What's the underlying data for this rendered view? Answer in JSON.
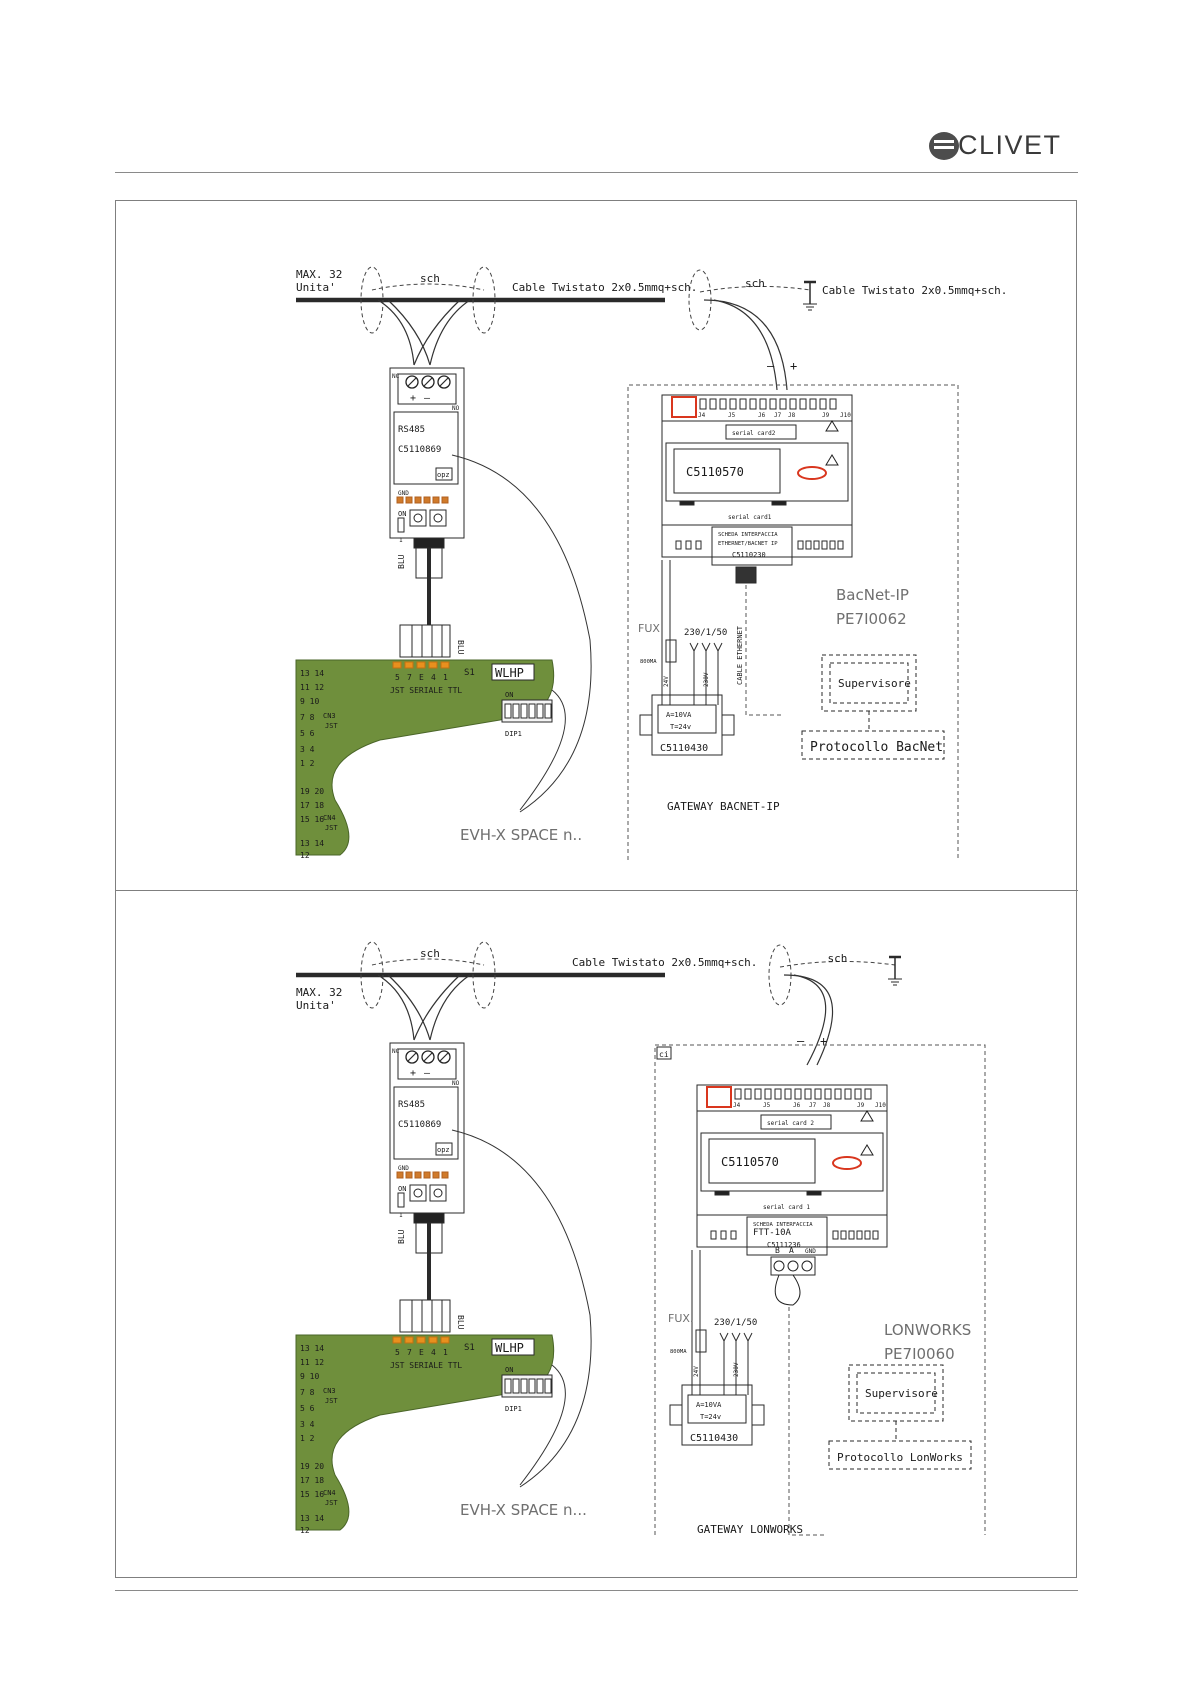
{
  "header": {
    "brand": "CLIVET"
  },
  "diagrams": [
    {
      "max_units": "MAX. 32",
      "units": "Unita'",
      "sch_left": "sch",
      "sch_right": "sch",
      "cable_main": "Cable Twistato 2x0.5mmq+sch.",
      "cable_end": "Cable Twistato 2x0.5mmq+sch.",
      "rs485": "RS485",
      "rs485_code": "C5110869",
      "opz": "opz",
      "gnd": "GND",
      "on": "ON",
      "one": "1",
      "nc": "NC",
      "no": "NO",
      "blu_a": "BLU",
      "blu_b": "BLU",
      "jst_serial": "JST SERIALE TTL",
      "jst_pins": [
        "5",
        "7",
        "E",
        "4",
        "1"
      ],
      "s1": "S1",
      "wlhp": "WLHP",
      "dip_on": "ON",
      "dip1": "DIP1",
      "left_pins": [
        "13 14",
        "11 12",
        "9 10",
        "7 8",
        "5 6",
        "3 4",
        "1 2",
        "19 20",
        "17 18",
        "15 16",
        "13 14",
        "12"
      ],
      "cn3": "CN3",
      "cn4": "CN4",
      "jst": "JST",
      "evh": "EVH-X SPACE n..",
      "minus": "–",
      "plus": "+",
      "ctrl_code": "C5110570",
      "serial_card2": "serial card2",
      "serial_card1": "serial card1",
      "jlabels": [
        "J4",
        "J5",
        "J6",
        "J7",
        "J8",
        "J9",
        "J10"
      ],
      "iface_line1": "SCHEDA INTERFACCIA",
      "iface_line2": "ETHERNET/BACNET IP",
      "iface_code": "C5110230",
      "iface_extra": "",
      "protocol_title": "BacNet-IP",
      "protocol_code": "PE7I0062",
      "fux": "FUX",
      "fux_rating": "800MA",
      "voltage": "230/1/50",
      "v24": "24V",
      "v230": "230V",
      "cable_eth": "CABLE ETHERNET",
      "transformer": "A=10VA",
      "transformer2": "T=24v",
      "transformer_code": "C5110430",
      "supervisor": "Supervisore",
      "protocol_box": "Protocollo BacNet",
      "gateway": "GATEWAY BACNET-IP",
      "ci": "",
      "term_b": "",
      "term_a": "",
      "term_gnd": ""
    },
    {
      "max_units": "MAX. 32",
      "units": "Unita'",
      "sch_left": "sch",
      "sch_right": "sch",
      "cable_main": "Cable Twistato 2x0.5mmq+sch.",
      "cable_end": "",
      "rs485": "RS485",
      "rs485_code": "C5110869",
      "opz": "opz",
      "gnd": "GND",
      "on": "ON",
      "one": "1",
      "nc": "NC",
      "no": "NO",
      "blu_a": "BLU",
      "blu_b": "BLU",
      "jst_serial": "JST SERIALE TTL",
      "jst_pins": [
        "5",
        "7",
        "E",
        "4",
        "1"
      ],
      "s1": "S1",
      "wlhp": "WLHP",
      "dip_on": "ON",
      "dip1": "DIP1",
      "left_pins": [
        "13 14",
        "11 12",
        "9 10",
        "7 8",
        "5 6",
        "3 4",
        "1 2",
        "19 20",
        "17 18",
        "15 16",
        "13 14",
        "12"
      ],
      "cn3": "CN3",
      "cn4": "CN4",
      "jst": "JST",
      "evh": "EVH-X SPACE n...",
      "minus": "–",
      "plus": "+",
      "ctrl_code": "C5110570",
      "serial_card2": "serial card 2",
      "serial_card1": "serial card 1",
      "jlabels": [
        "J4",
        "J5",
        "J6",
        "J7",
        "J8",
        "J9",
        "J10"
      ],
      "iface_line1": "SCHEDA INTERFACCIA",
      "iface_line2": "FTT-10A",
      "iface_code": "C5111236",
      "iface_extra": "",
      "protocol_title": "LONWORKS",
      "protocol_code": "PE7I0060",
      "fux": "FUX.",
      "fux_rating": "800MA",
      "voltage": "230/1/50",
      "v24": "24V",
      "v230": "230V",
      "cable_eth": "",
      "transformer": "A=10VA",
      "transformer2": "T=24v",
      "transformer_code": "C5110430",
      "supervisor": "Supervisore",
      "protocol_box": "Protocollo LonWorks",
      "gateway": "GATEWAY LONWORKS",
      "ci": "ci",
      "term_b": "B",
      "term_a": "A",
      "term_gnd": "GND"
    }
  ]
}
